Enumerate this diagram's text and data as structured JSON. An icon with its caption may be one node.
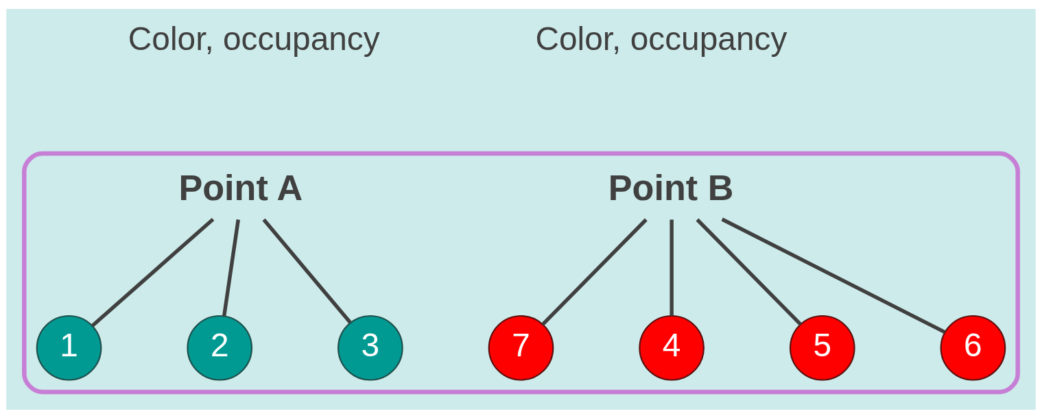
{
  "diagram": {
    "nodes": [
      {
        "text": [],
        "shape": "box"
      },
      {
        "text": [
          "Point A"
        ],
        "in": 0
      },
      {
        "text": [
          "1"
        ],
        "in": 0
      },
      {
        "text": [
          "2"
        ],
        "in": 0
      },
      {
        "text": [
          "3"
        ],
        "in": 0
      },
      {
        "text": [
          "Point B"
        ],
        "in": 0
      },
      {
        "text": [
          "4"
        ],
        "in": 0
      },
      {
        "text": [
          "5"
        ],
        "in": 0
      },
      {
        "text": [
          "6"
        ],
        "in": 0
      },
      {
        "text": [
          "7"
        ],
        "in": 0
      }
    ],
    "edges": [
      {
        "from": 1,
        "to": 2,
        "arrow": "none"
      },
      {
        "from": 1,
        "to": 3,
        "arrow": "none"
      },
      {
        "from": 1,
        "to": 4,
        "arrow": "none"
      },
      {
        "from": 5,
        "to": 6,
        "arrow": "none"
      },
      {
        "from": 5,
        "to": 7,
        "arrow": "none"
      },
      {
        "from": 5,
        "to": 8,
        "arrow": "none"
      },
      {
        "from": 5,
        "to": 9,
        "arrow": "none"
      }
    ],
    "labels": [
      "Color, occupancy",
      "Color, occupancy"
    ]
  }
}
